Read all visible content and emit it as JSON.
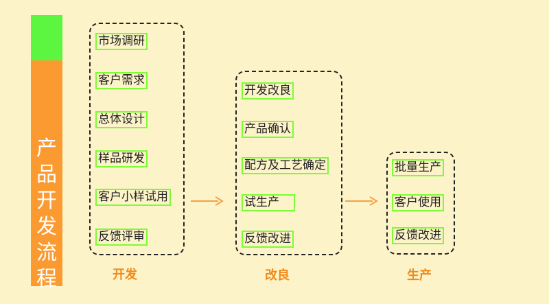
{
  "sidebar": {
    "title": "产\n品\n开\n发\n流\n程"
  },
  "colors": {
    "background": "#fcf3c8",
    "sidebar_top": "#5cf53f",
    "sidebar_main": "#fb9a30",
    "step_border": "#7cfc35",
    "label_color": "#f08a18",
    "arrow_color": "#f5a145"
  },
  "groups": [
    {
      "label": "开发",
      "steps": [
        "市场调研",
        "客户需求",
        "总体设计",
        "样品研发",
        "客户小样试用",
        "反馈评审"
      ]
    },
    {
      "label": "改良",
      "steps": [
        "开发改良",
        "产品确认",
        "配方及工艺确定",
        "试生产",
        "反馈改进"
      ]
    },
    {
      "label": "生产",
      "steps": [
        "批量生产",
        "客户使用",
        "反馈改进"
      ]
    }
  ]
}
